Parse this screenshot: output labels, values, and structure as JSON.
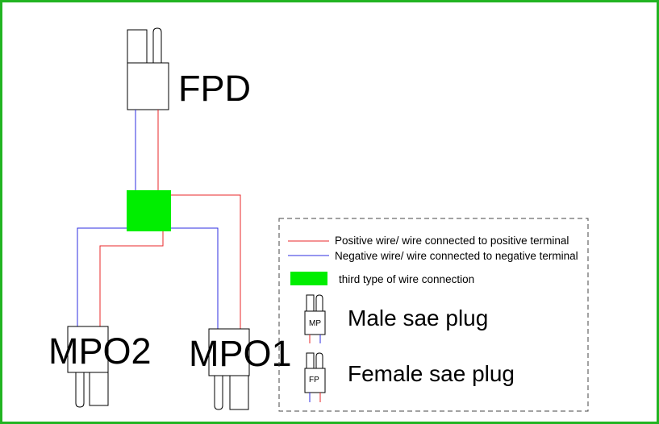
{
  "labels": {
    "fpd": "FPD",
    "mpo2": "MPO2",
    "mpo1": "MPO1"
  },
  "legend": {
    "positive": "Positive wire/ wire connected to positive terminal",
    "negative": "Negative wire/ wire connected to negative terminal",
    "third": "third type of wire connection",
    "male_abbr": "MP",
    "male": "Male sae plug",
    "female_abbr": "FP",
    "female": "Female sae plug"
  },
  "colors": {
    "frame_border": "#22b422",
    "positive_wire": "#e8272a",
    "negative_wire": "#2e2ee0",
    "junction": "#00ee00"
  }
}
